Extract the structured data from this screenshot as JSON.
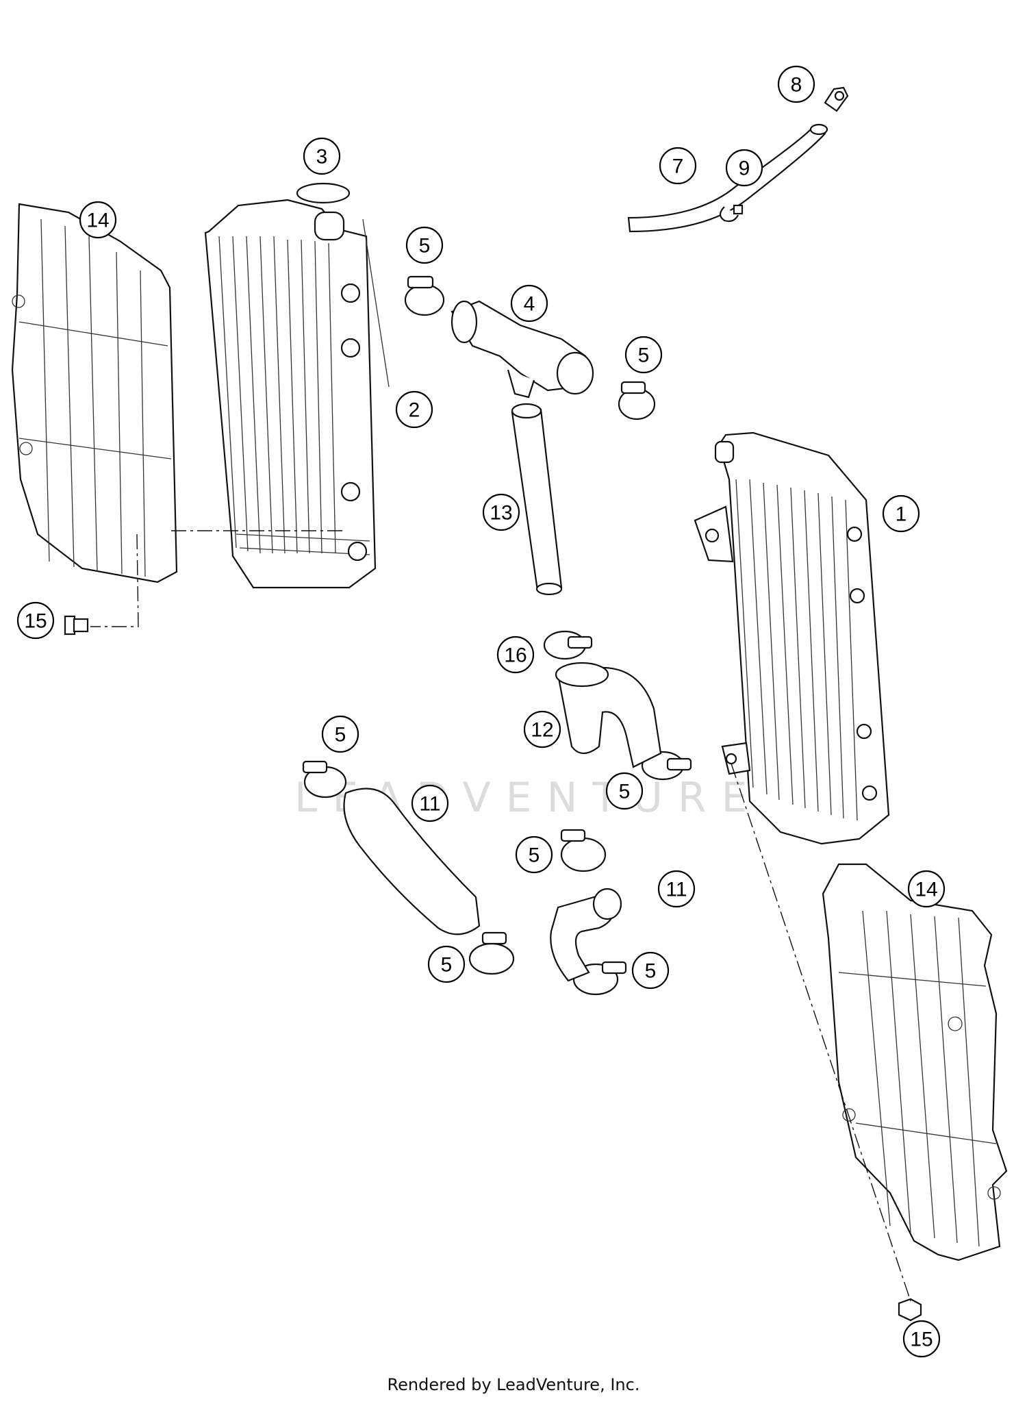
{
  "callouts": [
    {
      "label": "1"
    },
    {
      "label": "2"
    },
    {
      "label": "3"
    },
    {
      "label": "4"
    },
    {
      "label": "5"
    },
    {
      "label": "5"
    },
    {
      "label": "5"
    },
    {
      "label": "5"
    },
    {
      "label": "5"
    },
    {
      "label": "5"
    },
    {
      "label": "5"
    },
    {
      "label": "7"
    },
    {
      "label": "8"
    },
    {
      "label": "9"
    },
    {
      "label": "11"
    },
    {
      "label": "11"
    },
    {
      "label": "12"
    },
    {
      "label": "13"
    },
    {
      "label": "14"
    },
    {
      "label": "14"
    },
    {
      "label": "15"
    },
    {
      "label": "15"
    },
    {
      "label": "16"
    }
  ],
  "watermark": "LEADVENTURE",
  "footer": "Rendered by LeadVenture, Inc."
}
